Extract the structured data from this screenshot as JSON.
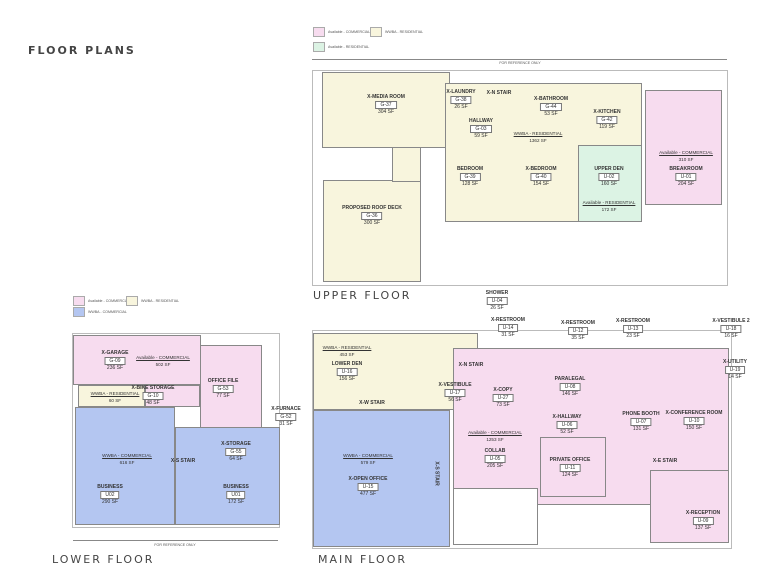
{
  "title": "FLOOR PLANS",
  "colors": {
    "available_commercial": "#f7dcef",
    "wwba_residential": "#f8f5dd",
    "available_residential": "#dcf3e4",
    "wwba_commercial": "#b4c6f1"
  },
  "upper": {
    "label": "UPPER FLOOR",
    "legend": [
      "Available - COMMERCIAL",
      "WWBA - RESIDENTIAL",
      "Available - RESIDENTIAL"
    ],
    "reference": "FOR REFERENCE ONLY",
    "rooms": [
      {
        "name": "X-MEDIA ROOM",
        "code": "G-37",
        "area": "304 SF"
      },
      {
        "name": "X-LAUNDRY",
        "code": "G-38",
        "area": "26 SF"
      },
      {
        "name": "X-N STAIR",
        "code": "",
        "area": ""
      },
      {
        "name": "HALLWAY",
        "code": "G-03",
        "area": "59 SF"
      },
      {
        "name": "X-BATHROOM",
        "code": "G-44",
        "area": "53 SF"
      },
      {
        "name": "X-KITCHEN",
        "code": "G-42",
        "area": "119 SF"
      },
      {
        "name": "BEDROOM",
        "code": "G-39",
        "area": "128 SF"
      },
      {
        "name": "X-BEDROOM",
        "code": "G-40",
        "area": "154 SF"
      },
      {
        "name": "UPPER DEN",
        "code": "U-02",
        "area": "160 SF"
      },
      {
        "name": "BREAKROOM",
        "code": "U-01",
        "area": "204 SF"
      },
      {
        "name": "PROPOSED ROOF DECK",
        "code": "G-36",
        "area": "300 SF"
      }
    ],
    "zones": [
      {
        "label": "WWBA - RESIDENTIAL",
        "area": "1362 SF"
      },
      {
        "label": "Available - RESIDENTIAL",
        "area": "172 SF"
      },
      {
        "label": "Available - COMMERCIAL",
        "area": "310 SF"
      }
    ]
  },
  "main": {
    "label": "MAIN FLOOR",
    "rooms": [
      {
        "name": "SHOWER",
        "code": "U-04",
        "area": "26 SF"
      },
      {
        "name": "X-RESTROOM",
        "code": "U-14",
        "area": "31 SF"
      },
      {
        "name": "X-RESTROOM",
        "code": "U-12",
        "area": "35 SF"
      },
      {
        "name": "X-RESTROOM",
        "code": "U-13",
        "area": "23 SF"
      },
      {
        "name": "X-VESTIBULE 2",
        "code": "U-18",
        "area": "16 SF"
      },
      {
        "name": "X-UTILITY",
        "code": "U-19",
        "area": "14 SF"
      },
      {
        "name": "LOWER DEN",
        "code": "U-16",
        "area": "156 SF"
      },
      {
        "name": "X-N STAIR",
        "code": "",
        "area": ""
      },
      {
        "name": "X-VESTIBULE",
        "code": "U-17",
        "area": "56 SF"
      },
      {
        "name": "X-W STAIR",
        "code": "",
        "area": ""
      },
      {
        "name": "X-COPY",
        "code": "U-27",
        "area": "73 SF"
      },
      {
        "name": "PARALEGAL",
        "code": "U-08",
        "area": "146 SF"
      },
      {
        "name": "X-HALLWAY",
        "code": "U-06",
        "area": "52 SF"
      },
      {
        "name": "PHONE BOOTH",
        "code": "U-07",
        "area": "131 SF"
      },
      {
        "name": "X-CONFERENCE ROOM",
        "code": "U-10",
        "area": "150 SF"
      },
      {
        "name": "COLLAB",
        "code": "U-05",
        "area": "205 SF"
      },
      {
        "name": "PRIVATE OFFICE",
        "code": "U-11",
        "area": "124 SF"
      },
      {
        "name": "X-E STAIR",
        "code": "",
        "area": ""
      },
      {
        "name": "X-RECEPTION",
        "code": "U-09",
        "area": "137 SF"
      },
      {
        "name": "X-OPEN OFFICE",
        "code": "U-15",
        "area": "477 SF"
      },
      {
        "name": "X-S STAIR",
        "code": "",
        "area": ""
      }
    ],
    "zones": [
      {
        "label": "WWBA - RESIDENTIAL",
        "area": "453 SF"
      },
      {
        "label": "Available - COMMERCIAL",
        "area": "1253 SF"
      },
      {
        "label": "WWBA - COMMERCIAL",
        "area": "579 SF"
      }
    ]
  },
  "lower": {
    "label": "LOWER FLOOR",
    "legend": [
      "Available - COMMERCIAL",
      "WWBA - RESIDENTIAL",
      "WWBA - COMMERCIAL"
    ],
    "reference": "FOR REFERENCE ONLY",
    "rooms": [
      {
        "name": "X-GARAGE",
        "code": "G-09",
        "area": "236 SF"
      },
      {
        "name": "X-BIKE STORAGE",
        "code": "G-10",
        "area": "48 SF"
      },
      {
        "name": "OFFICE FILE",
        "code": "G-53",
        "area": "77 SF"
      },
      {
        "name": "X-FURNACE",
        "code": "G-52",
        "area": "31 SF"
      },
      {
        "name": "X-STORAGE",
        "code": "G-55",
        "area": "64 SF"
      },
      {
        "name": "X-S STAIR",
        "code": "",
        "area": ""
      },
      {
        "name": "BUSINESS",
        "code": "U02",
        "area": "290 SF"
      },
      {
        "name": "BUSINESS",
        "code": "U01",
        "area": "172 SF"
      }
    ],
    "zones": [
      {
        "label": "Available - COMMERCIAL",
        "area": "502 SF"
      },
      {
        "label": "WWBA - RESIDENTIAL",
        "area": "60 SF"
      },
      {
        "label": "WWBA - COMMERCIAL",
        "area": "616 SF"
      }
    ]
  }
}
